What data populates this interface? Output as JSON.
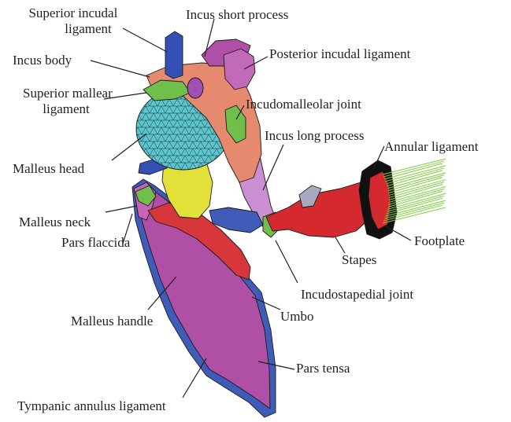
{
  "colors": {
    "background": "#ffffff",
    "tympanic_annulus": "#3f5db8",
    "pars": "#b04fa6",
    "malleus_head": "#5bc6cf",
    "malleus_neck": "#e3e03a",
    "malleus_handle": "#d7373a",
    "incus": "#e58a6f",
    "incus_long_process": "#c98fd0",
    "ligament_magenta": "#a04eb0",
    "joint_green": "#6fbf4a",
    "stapes": "#d42a2f",
    "annular_ligament": "#111111",
    "footplate_fibers": "#7ccf3a",
    "superior_incudal_ligament": "#3450b5"
  },
  "labels": {
    "superior_incudal_ligament": [
      "Superior incudal",
      "ligament"
    ],
    "incus_short_process": "Incus short process",
    "incus_body": "Incus body",
    "posterior_incudal_ligament": "Posterior incudal ligament",
    "superior_mallear_ligament": [
      "Superior mallear",
      "ligament"
    ],
    "incudomalleolar_joint": "Incudomalleolar joint",
    "incus_long_process": "Incus long process",
    "annular_ligament": "Annular ligament",
    "malleus_head": "Malleus head",
    "malleus_neck": "Malleus neck",
    "footplate": "Footplate",
    "stapes": "Stapes",
    "pars_flaccida": "Pars flaccida",
    "incudostapedial_joint": "Incudostapedial joint",
    "umbo": "Umbo",
    "malleus_handle": "Malleus handle",
    "pars_tensa": "Pars tensa",
    "tympanic_annulus_ligament": "Tympanic annulus ligament"
  }
}
